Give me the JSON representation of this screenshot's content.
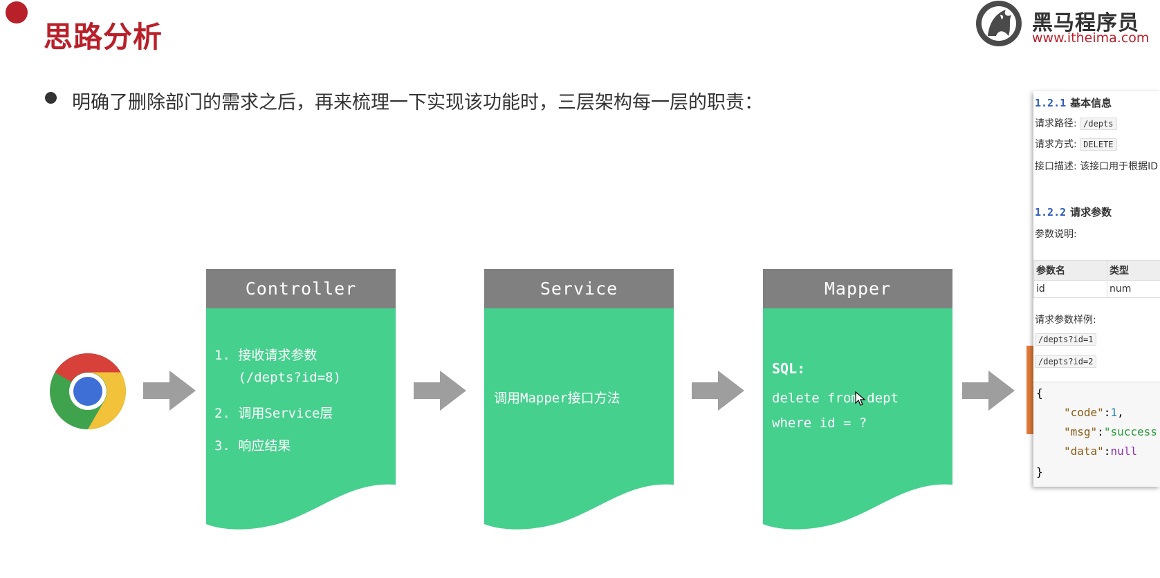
{
  "header": {
    "title": "思路分析",
    "logo_brand": "黑马程序员",
    "logo_url": "www.itheima.com"
  },
  "bullet": {
    "text": "明确了删除部门的需求之后，再来梳理一下实现该功能时，三层架构每一层的职责："
  },
  "flow": {
    "controller": {
      "title": "Controller",
      "lines": [
        "1. 接收请求参数",
        "   (/depts?id=8)",
        "2. 调用Service层",
        "3. 响应结果"
      ]
    },
    "service": {
      "title": "Service",
      "lines": [
        "调用Mapper接口方法"
      ]
    },
    "mapper": {
      "title": "Mapper",
      "label": "SQL:",
      "lines": [
        "delete from dept",
        "where id = ?"
      ]
    }
  },
  "doc": {
    "basic": {
      "num": "1.2.1",
      "title": "基本信息"
    },
    "path_label": "请求路径:",
    "path_value": "/depts",
    "method_label": "请求方式:",
    "method_value": "DELETE",
    "desc": "接口描述: 该接口用于根据ID",
    "params": {
      "num": "1.2.2",
      "title": "请求参数"
    },
    "params_desc": "参数说明:",
    "table_headers": [
      "参数名",
      "类型"
    ],
    "table_row": [
      "id",
      "num"
    ],
    "sample_label": "请求参数样例:",
    "samples": [
      "/depts?id=1",
      "/depts?id=2"
    ],
    "response": {
      "open": "{",
      "code_key": "\"code\"",
      "code_val": "1",
      "msg_key": "\"msg\"",
      "msg_val": "\"success",
      "data_key": "\"data\"",
      "data_val": "null",
      "close": "}"
    }
  },
  "colors": {
    "title_red": "#b8202a",
    "card_green": "#45d08e",
    "card_header": "#808080",
    "arrow_gray": "#9e9e9e"
  },
  "icons": [
    "chrome-icon",
    "arrow-right-icon",
    "horse-logo-icon",
    "mouse-cursor-icon"
  ]
}
